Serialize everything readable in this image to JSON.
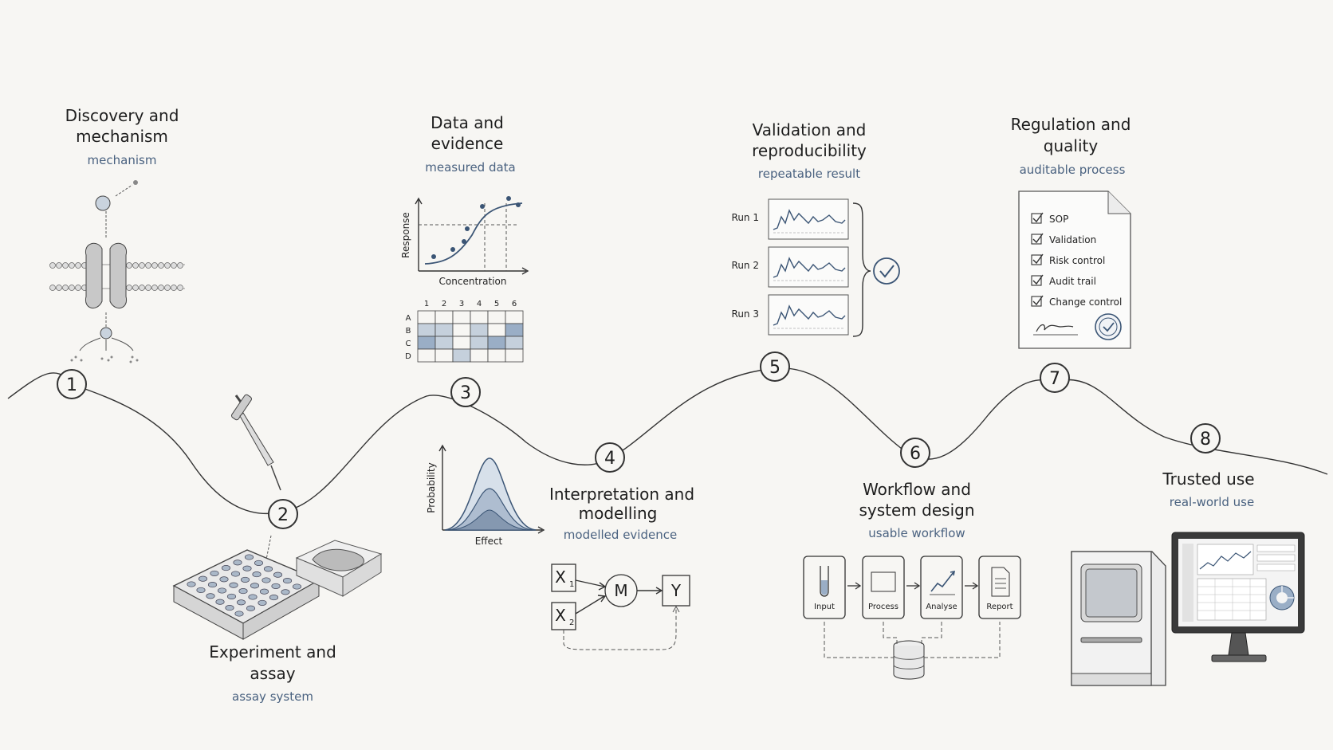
{
  "stages": [
    {
      "num": "1",
      "title_lines": [
        "Discovery and",
        "mechanism"
      ],
      "subtitle": "mechanism"
    },
    {
      "num": "2",
      "title_lines": [
        "Experiment and",
        "assay"
      ],
      "subtitle": "assay system"
    },
    {
      "num": "3",
      "title_lines": [
        "Data and",
        "evidence"
      ],
      "subtitle": "measured data"
    },
    {
      "num": "4",
      "title_lines": [
        "Interpretation and",
        "modelling"
      ],
      "subtitle": "modelled evidence"
    },
    {
      "num": "5",
      "title_lines": [
        "Validation and",
        "reproducibility"
      ],
      "subtitle": "repeatable result"
    },
    {
      "num": "6",
      "title_lines": [
        "Workflow and",
        "system design"
      ],
      "subtitle": "usable workflow"
    },
    {
      "num": "7",
      "title_lines": [
        "Regulation and",
        "quality"
      ],
      "subtitle": "auditable process"
    },
    {
      "num": "8",
      "title_lines": [
        "Trusted use"
      ],
      "subtitle": "real-world use"
    }
  ],
  "dose_plot": {
    "xlabel": "Concentration",
    "ylabel": "Response"
  },
  "plate": {
    "cols": [
      "1",
      "2",
      "3",
      "4",
      "5",
      "6"
    ],
    "rows": [
      "A",
      "B",
      "C",
      "D"
    ]
  },
  "prob_plot": {
    "xlabel": "Effect",
    "ylabel": "Probability"
  },
  "model": {
    "x1": "X",
    "x1_sub": "1",
    "x2": "X",
    "x2_sub": "2",
    "m": "M",
    "y": "Y"
  },
  "runs": [
    "Run 1",
    "Run 2",
    "Run 3"
  ],
  "workflow": [
    "Input",
    "Process",
    "Analyse",
    "Report"
  ],
  "checklist": [
    "SOP",
    "Validation",
    "Risk control",
    "Audit trail",
    "Change control"
  ],
  "colors": {
    "ink": "#333333",
    "accent": "#4a6280",
    "fill_blue": "#9aaec6"
  }
}
